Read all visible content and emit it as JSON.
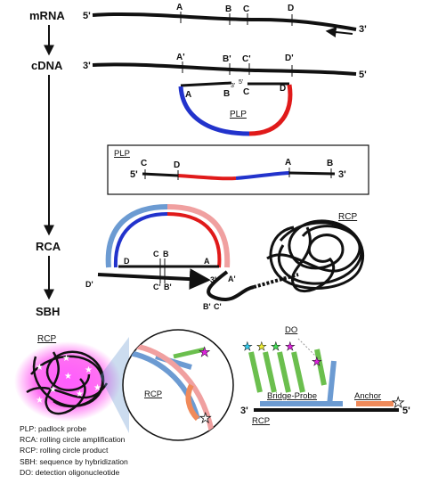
{
  "steps": {
    "mrna": "mRNA",
    "cdna": "cDNA",
    "rca": "RCA",
    "sbh": "SBH"
  },
  "ends": {
    "five": "5'",
    "three": "3'"
  },
  "sites": {
    "a": "A",
    "b": "B",
    "c": "C",
    "d": "D",
    "a_prime": "A'",
    "b_prime": "B'",
    "c_prime": "C'",
    "d_prime": "D'"
  },
  "labels": {
    "plp": "PLP",
    "rcp": "RCP",
    "do": "DO",
    "bridge_probe": "Bridge-Probe",
    "anchor": "Anchor"
  },
  "legend": [
    "PLP: padlock probe",
    "RCA: rolling circle amplification",
    "RCP: rolling circle product",
    "SBH: sequence by hybridization",
    "DO: detection oligonucleotide"
  ],
  "colors": {
    "blue": "#2233cc",
    "red": "#e01a1a",
    "light_blue": "#6c9bd2",
    "pink": "#f0a0a0",
    "green": "#6bbf4e",
    "orange": "#f08a5a",
    "magenta_glow": "#ff33ee",
    "star_cyan": "#33ccee",
    "star_yellow": "#eeee33",
    "star_green": "#44dd55",
    "star_magenta": "#dd22dd"
  }
}
